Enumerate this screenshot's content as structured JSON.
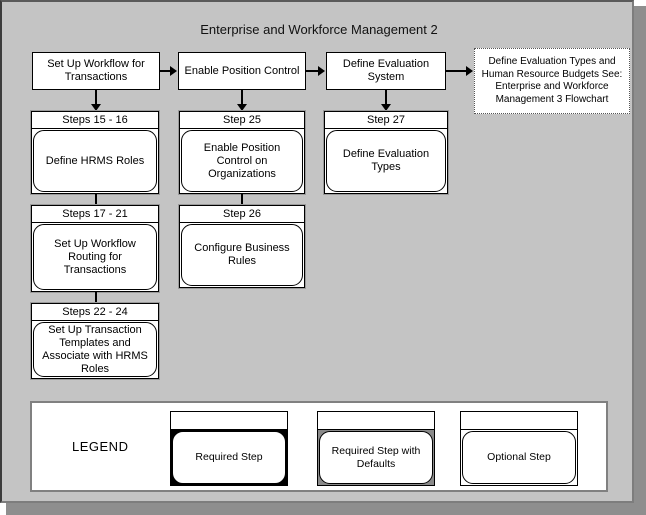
{
  "diagram": {
    "title": "Enterprise and Workforce Management 2",
    "background_color": "#c4c4c4",
    "border_color": "#808080"
  },
  "top_row": [
    {
      "label": "Set Up Workflow for Transactions"
    },
    {
      "label": "Enable Position Control"
    },
    {
      "label": "Define Evaluation System"
    }
  ],
  "reference_box": {
    "label": "Define Evaluation Types and Human Resource Budgets See: Enterprise and Workforce Management 3 Flowchart"
  },
  "columns": [
    {
      "name": "workflow-column",
      "steps": [
        {
          "header": "Steps 15 - 16",
          "label": "Define HRMS Roles",
          "style": "optional"
        },
        {
          "header": "Steps 17 - 21",
          "label": "Set Up Workflow Routing for Transactions",
          "style": "optional"
        },
        {
          "header": "Steps 22 - 24",
          "label": "Set Up Transaction Templates and Associate with HRMS Roles",
          "style": "optional"
        }
      ]
    },
    {
      "name": "position-control-column",
      "steps": [
        {
          "header": "Step 25",
          "label": "Enable Position Control on Organizations",
          "style": "optional"
        },
        {
          "header": "Step 26",
          "label": "Configure Business Rules",
          "style": "optional"
        }
      ]
    },
    {
      "name": "evaluation-column",
      "steps": [
        {
          "header": "Step 27",
          "label": "Define Evaluation Types",
          "style": "optional"
        }
      ]
    }
  ],
  "legend": {
    "label": "LEGEND",
    "items": [
      {
        "label": "Required Step",
        "style": "required",
        "fill": "#000000"
      },
      {
        "label": "Required Step with Defaults",
        "style": "required-with-defaults",
        "fill": "#8a8a8a"
      },
      {
        "label": "Optional Step",
        "style": "optional",
        "fill": "#ffffff"
      }
    ]
  }
}
